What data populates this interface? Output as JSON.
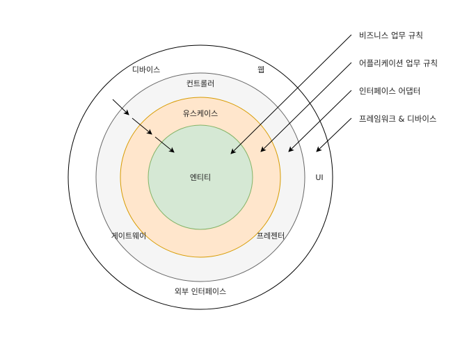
{
  "colors": {
    "outer_stroke": "#000000",
    "outer_fill": "#ffffff",
    "adapter_stroke": "#666666",
    "adapter_fill": "#f5f5f5",
    "usecase_stroke": "#d79b00",
    "usecase_fill": "#ffe6cc",
    "entity_stroke": "#82b366",
    "entity_fill": "#d5e8d4",
    "arrow": "#000000"
  },
  "rings": {
    "outer": {
      "top_left": "디바이스",
      "top_right": "웹",
      "right": "UI",
      "bottom": "외부 인터페이스"
    },
    "adapter": {
      "top": "컨트롤러",
      "bottom_left": "게이트웨이",
      "bottom_right": "프레젠터"
    },
    "usecase": {
      "top": "유스케이스"
    },
    "entity": {
      "center": "엔티티"
    }
  },
  "legend": [
    "비즈니스 업무 규칙",
    "어플리케이션 업무 규칙",
    "인터페이스 어댑터",
    "프레임워크 & 디바이스"
  ]
}
